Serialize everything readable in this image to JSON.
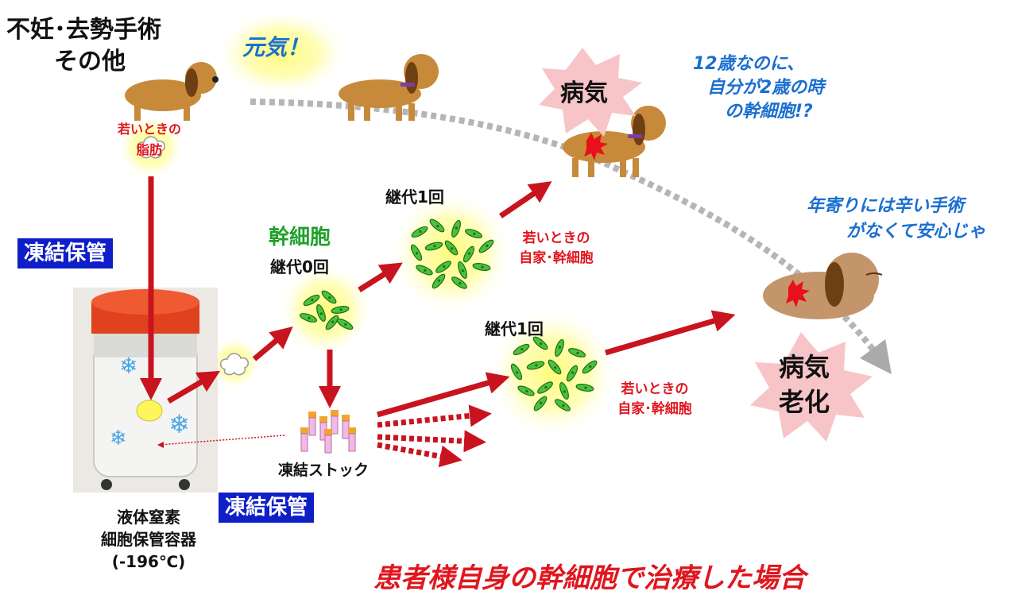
{
  "labels": {
    "surgery": "不妊･去勢手術",
    "others": "その他",
    "genki": "元気！",
    "young_fat_1": "若いときの",
    "young_fat_2": "脂肪",
    "freeze_storage_1": "凍結保管",
    "freeze_storage_2": "凍結保管",
    "stem_cell": "幹細胞",
    "passage0": "継代0回",
    "passage1_top": "継代1回",
    "passage1_bottom": "継代1回",
    "young_stem_top_1": "若いときの",
    "young_stem_top_2": "自家･幹細胞",
    "young_stem_bottom_1": "若いときの",
    "young_stem_bottom_2": "自家･幹細胞",
    "frozen_stock": "凍結ストック",
    "container_1": "液体窒素",
    "container_2": "細胞保管容器",
    "container_3": "(-196℃)",
    "disease_top": "病気",
    "disease_bottom_1": "病気",
    "disease_bottom_2": "老化",
    "quote_12_1": "12歳なのに、",
    "quote_12_2": "自分が2歳の時",
    "quote_12_3": "の幹細胞!?",
    "quote_old_1": "年寄りには辛い手術",
    "quote_old_2": "がなくて安心じゃ",
    "footer": "患者様自身の幹細胞で治療した場合"
  },
  "colors": {
    "arrow_red": "#c8141e",
    "text_red": "#e0161e",
    "box_blue": "#0f1fc8",
    "quote_blue": "#1a6fd0",
    "stem_green": "#1fa12b",
    "glow_yellow": "#fffb7a",
    "starburst_pink": "#f7c4c8"
  }
}
